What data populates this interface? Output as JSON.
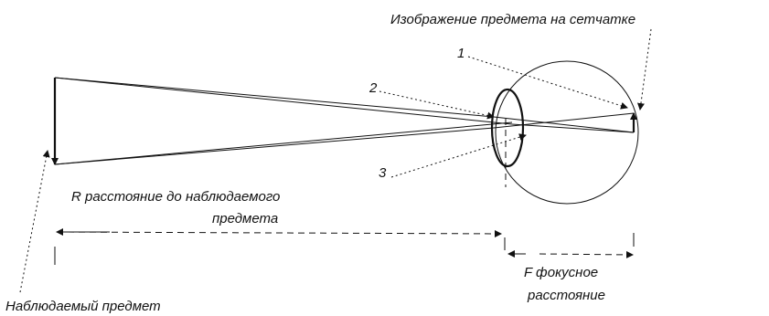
{
  "labels": {
    "retina_image": "Изображение предмета на сетчатке",
    "num_1": "1",
    "num_2": "2",
    "num_3": "3",
    "distance_line1": "R   расстояние до наблюдаемого",
    "distance_line2": "предмета",
    "focal_line1": "F   фокусное",
    "focal_line2": "расстояние",
    "observed_object": "Наблюдаемый предмет"
  }
}
